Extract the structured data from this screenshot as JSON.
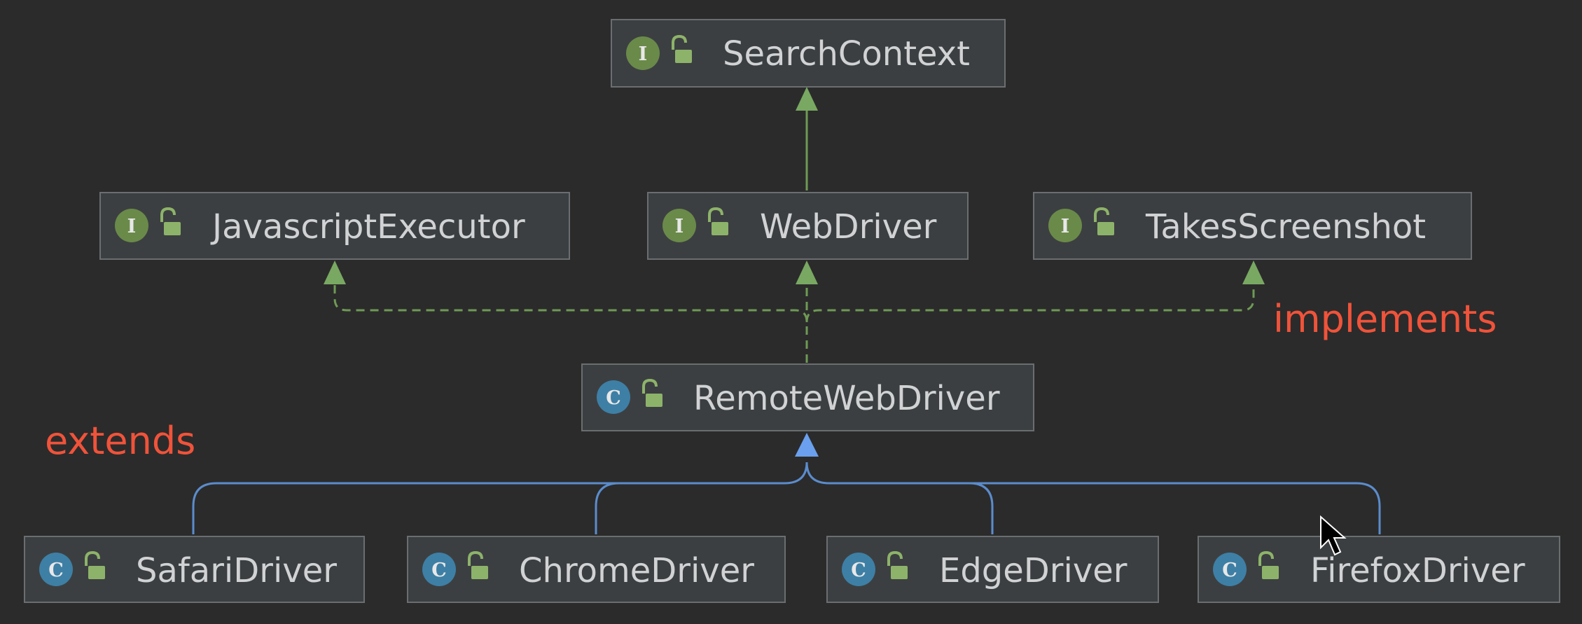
{
  "nodes": {
    "search_context": {
      "kind": "interface",
      "badge": "I",
      "label": "SearchContext"
    },
    "javascript_executor": {
      "kind": "interface",
      "badge": "I",
      "label": "JavascriptExecutor"
    },
    "web_driver": {
      "kind": "interface",
      "badge": "I",
      "label": "WebDriver"
    },
    "takes_screenshot": {
      "kind": "interface",
      "badge": "I",
      "label": "TakesScreenshot"
    },
    "remote_web_driver": {
      "kind": "class",
      "badge": "C",
      "label": "RemoteWebDriver"
    },
    "safari_driver": {
      "kind": "class",
      "badge": "C",
      "label": "SafariDriver"
    },
    "chrome_driver": {
      "kind": "class",
      "badge": "C",
      "label": "ChromeDriver"
    },
    "edge_driver": {
      "kind": "class",
      "badge": "C",
      "label": "EdgeDriver"
    },
    "firefox_driver": {
      "kind": "class",
      "badge": "C",
      "label": "FirefoxDriver"
    }
  },
  "annotations": {
    "implements": "implements",
    "extends": "extends"
  },
  "colors": {
    "background": "#2b2b2b",
    "node_fill": "#3c3f41",
    "node_border": "#6b6e70",
    "interface_badge": "#6a8a4a",
    "class_badge": "#3e7fa5",
    "implements_line": "#6f9a55",
    "extends_line": "#5b8ccc",
    "annotation_text": "#f0533a"
  }
}
